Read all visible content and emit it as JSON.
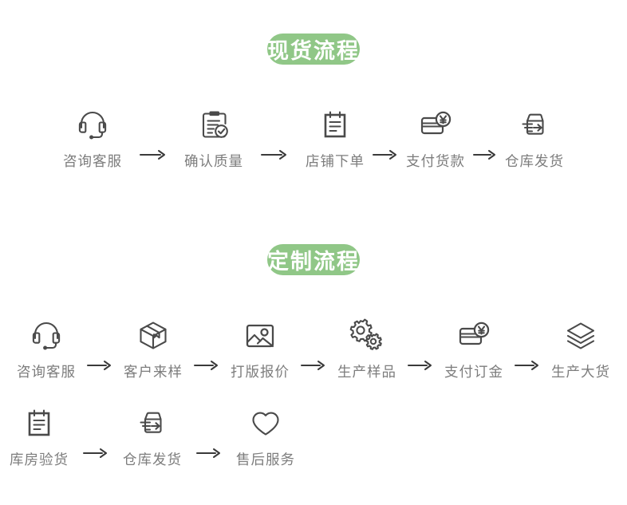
{
  "page": {
    "background": "#ffffff",
    "text_color": "#7d7d7d",
    "accent_green": "#90c787",
    "icon_color": "#4a4a4a"
  },
  "sections": [
    {
      "id": "spot",
      "header": "现货流程",
      "rows": [
        {
          "steps": [
            {
              "label": "咨询客服",
              "icon": "headset-icon"
            },
            {
              "label": "确认质量",
              "icon": "clipboard-check-icon"
            },
            {
              "label": "店铺下单",
              "icon": "notepad-icon"
            },
            {
              "label": "支付货款",
              "icon": "credit-card-yen-icon"
            },
            {
              "label": "仓库发货",
              "icon": "box-ship-out-icon"
            }
          ],
          "separator": "→"
        }
      ]
    },
    {
      "id": "custom",
      "header": "定制流程",
      "rows": [
        {
          "steps": [
            {
              "label": "咨询客服",
              "icon": "headset-icon"
            },
            {
              "label": "客户来样",
              "icon": "package-box-icon"
            },
            {
              "label": "打版报价",
              "icon": "image-picture-icon"
            },
            {
              "label": "生产样品",
              "icon": "gears-icon"
            },
            {
              "label": "支付订金",
              "icon": "credit-card-yen-icon"
            },
            {
              "label": "生产大货",
              "icon": "layers-stack-icon"
            }
          ],
          "separator": "→"
        },
        {
          "steps": [
            {
              "label": "库房验货",
              "icon": "notepad-icon"
            },
            {
              "label": "仓库发货",
              "icon": "box-ship-out-icon"
            },
            {
              "label": "售后服务",
              "icon": "heart-icon"
            }
          ],
          "separator": "→"
        }
      ]
    }
  ]
}
